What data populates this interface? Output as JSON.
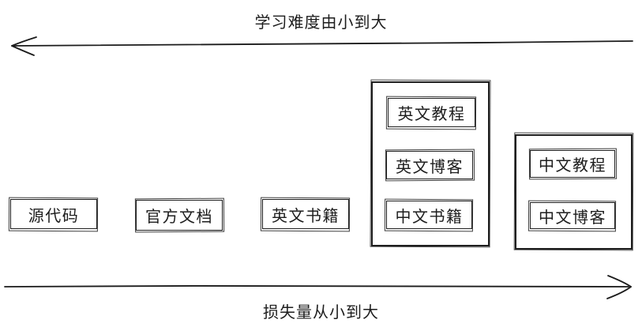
{
  "diagram": {
    "top_axis_label": "学习难度由小到大",
    "bottom_axis_label": "损失量从小到大"
  },
  "standalone_boxes": [
    {
      "label": "源代码"
    },
    {
      "label": "官方文档"
    },
    {
      "label": "英文书籍"
    }
  ],
  "groups": [
    {
      "name": "group-english-and-cn-books",
      "items": [
        {
          "label": "英文教程"
        },
        {
          "label": "英文博客"
        },
        {
          "label": "中文书籍"
        }
      ]
    },
    {
      "name": "group-chinese",
      "items": [
        {
          "label": "中文教程"
        },
        {
          "label": "中文博客"
        }
      ]
    }
  ],
  "colors": {
    "stroke": "#1e1e1e",
    "background": "#ffffff"
  }
}
